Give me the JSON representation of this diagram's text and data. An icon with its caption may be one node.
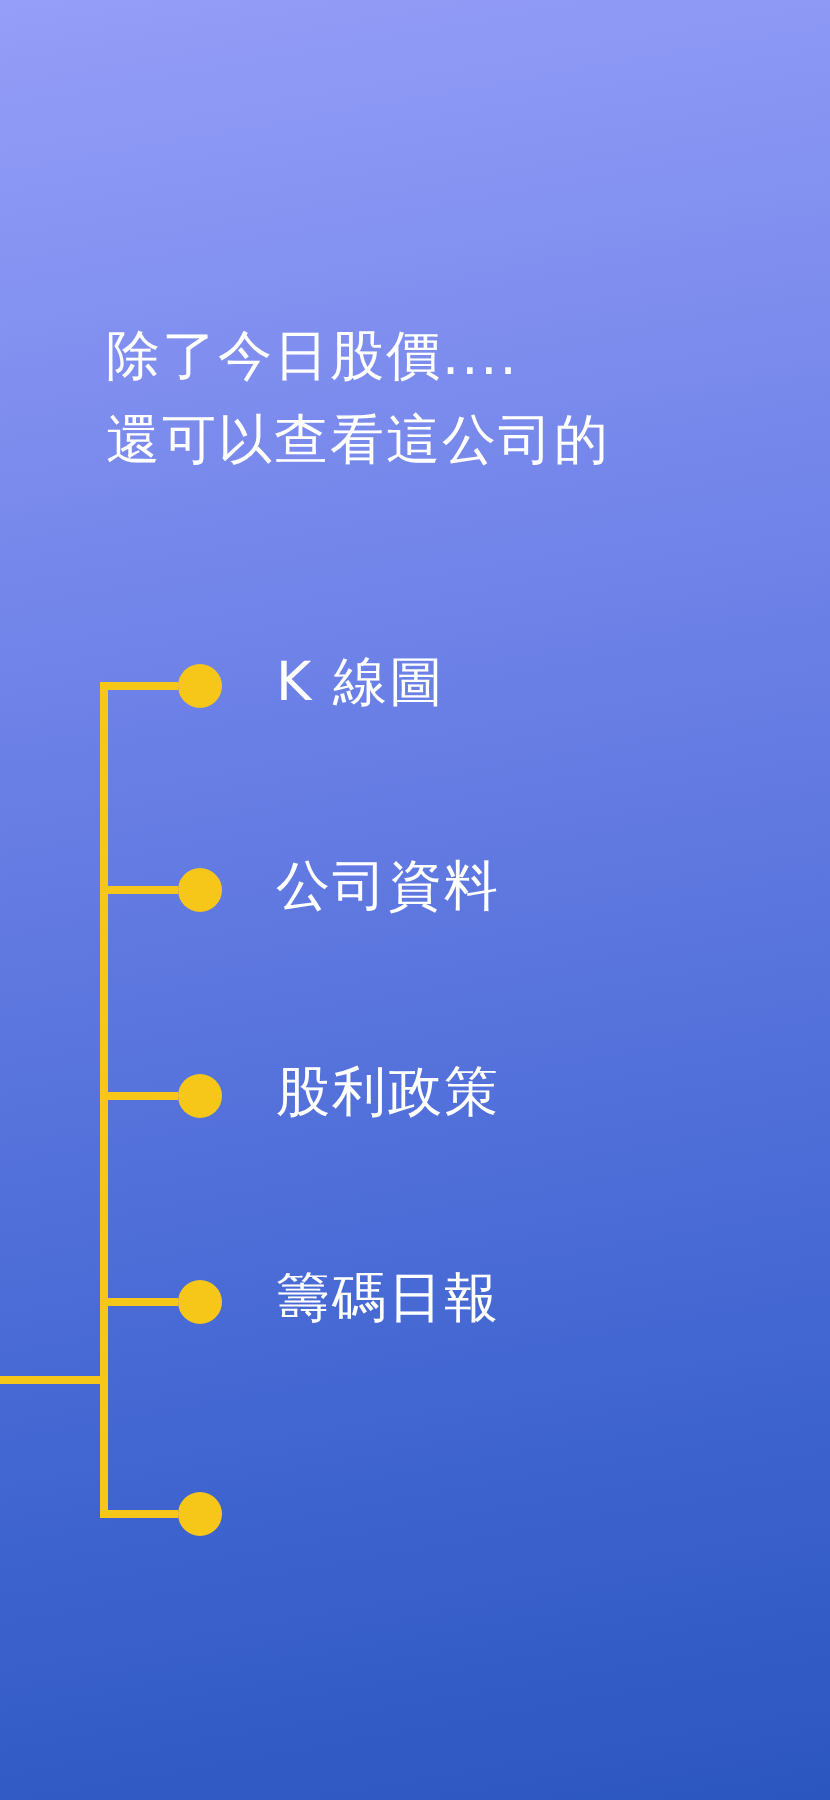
{
  "diagram": {
    "title": "除了今日股價.... 還可以查看這公司的",
    "nodes": [
      {
        "text": [],
        "shape": "circle",
        "beside": [
          "K 線圖"
        ]
      },
      {
        "text": [],
        "shape": "circle",
        "beside": [
          "公司資料"
        ]
      },
      {
        "text": [],
        "shape": "circle",
        "beside": [
          "股利政策"
        ]
      },
      {
        "text": [],
        "shape": "circle",
        "beside": [
          "籌碼日報"
        ]
      },
      {
        "text": [],
        "shape": "circle"
      }
    ],
    "edges": [
      {
        "from": null,
        "to": 0,
        "arrow": "none"
      },
      {
        "from": null,
        "to": 1,
        "arrow": "none"
      },
      {
        "from": null,
        "to": 2,
        "arrow": "none"
      },
      {
        "from": null,
        "to": 3,
        "arrow": "none"
      },
      {
        "from": null,
        "to": 4,
        "arrow": "none"
      }
    ]
  }
}
